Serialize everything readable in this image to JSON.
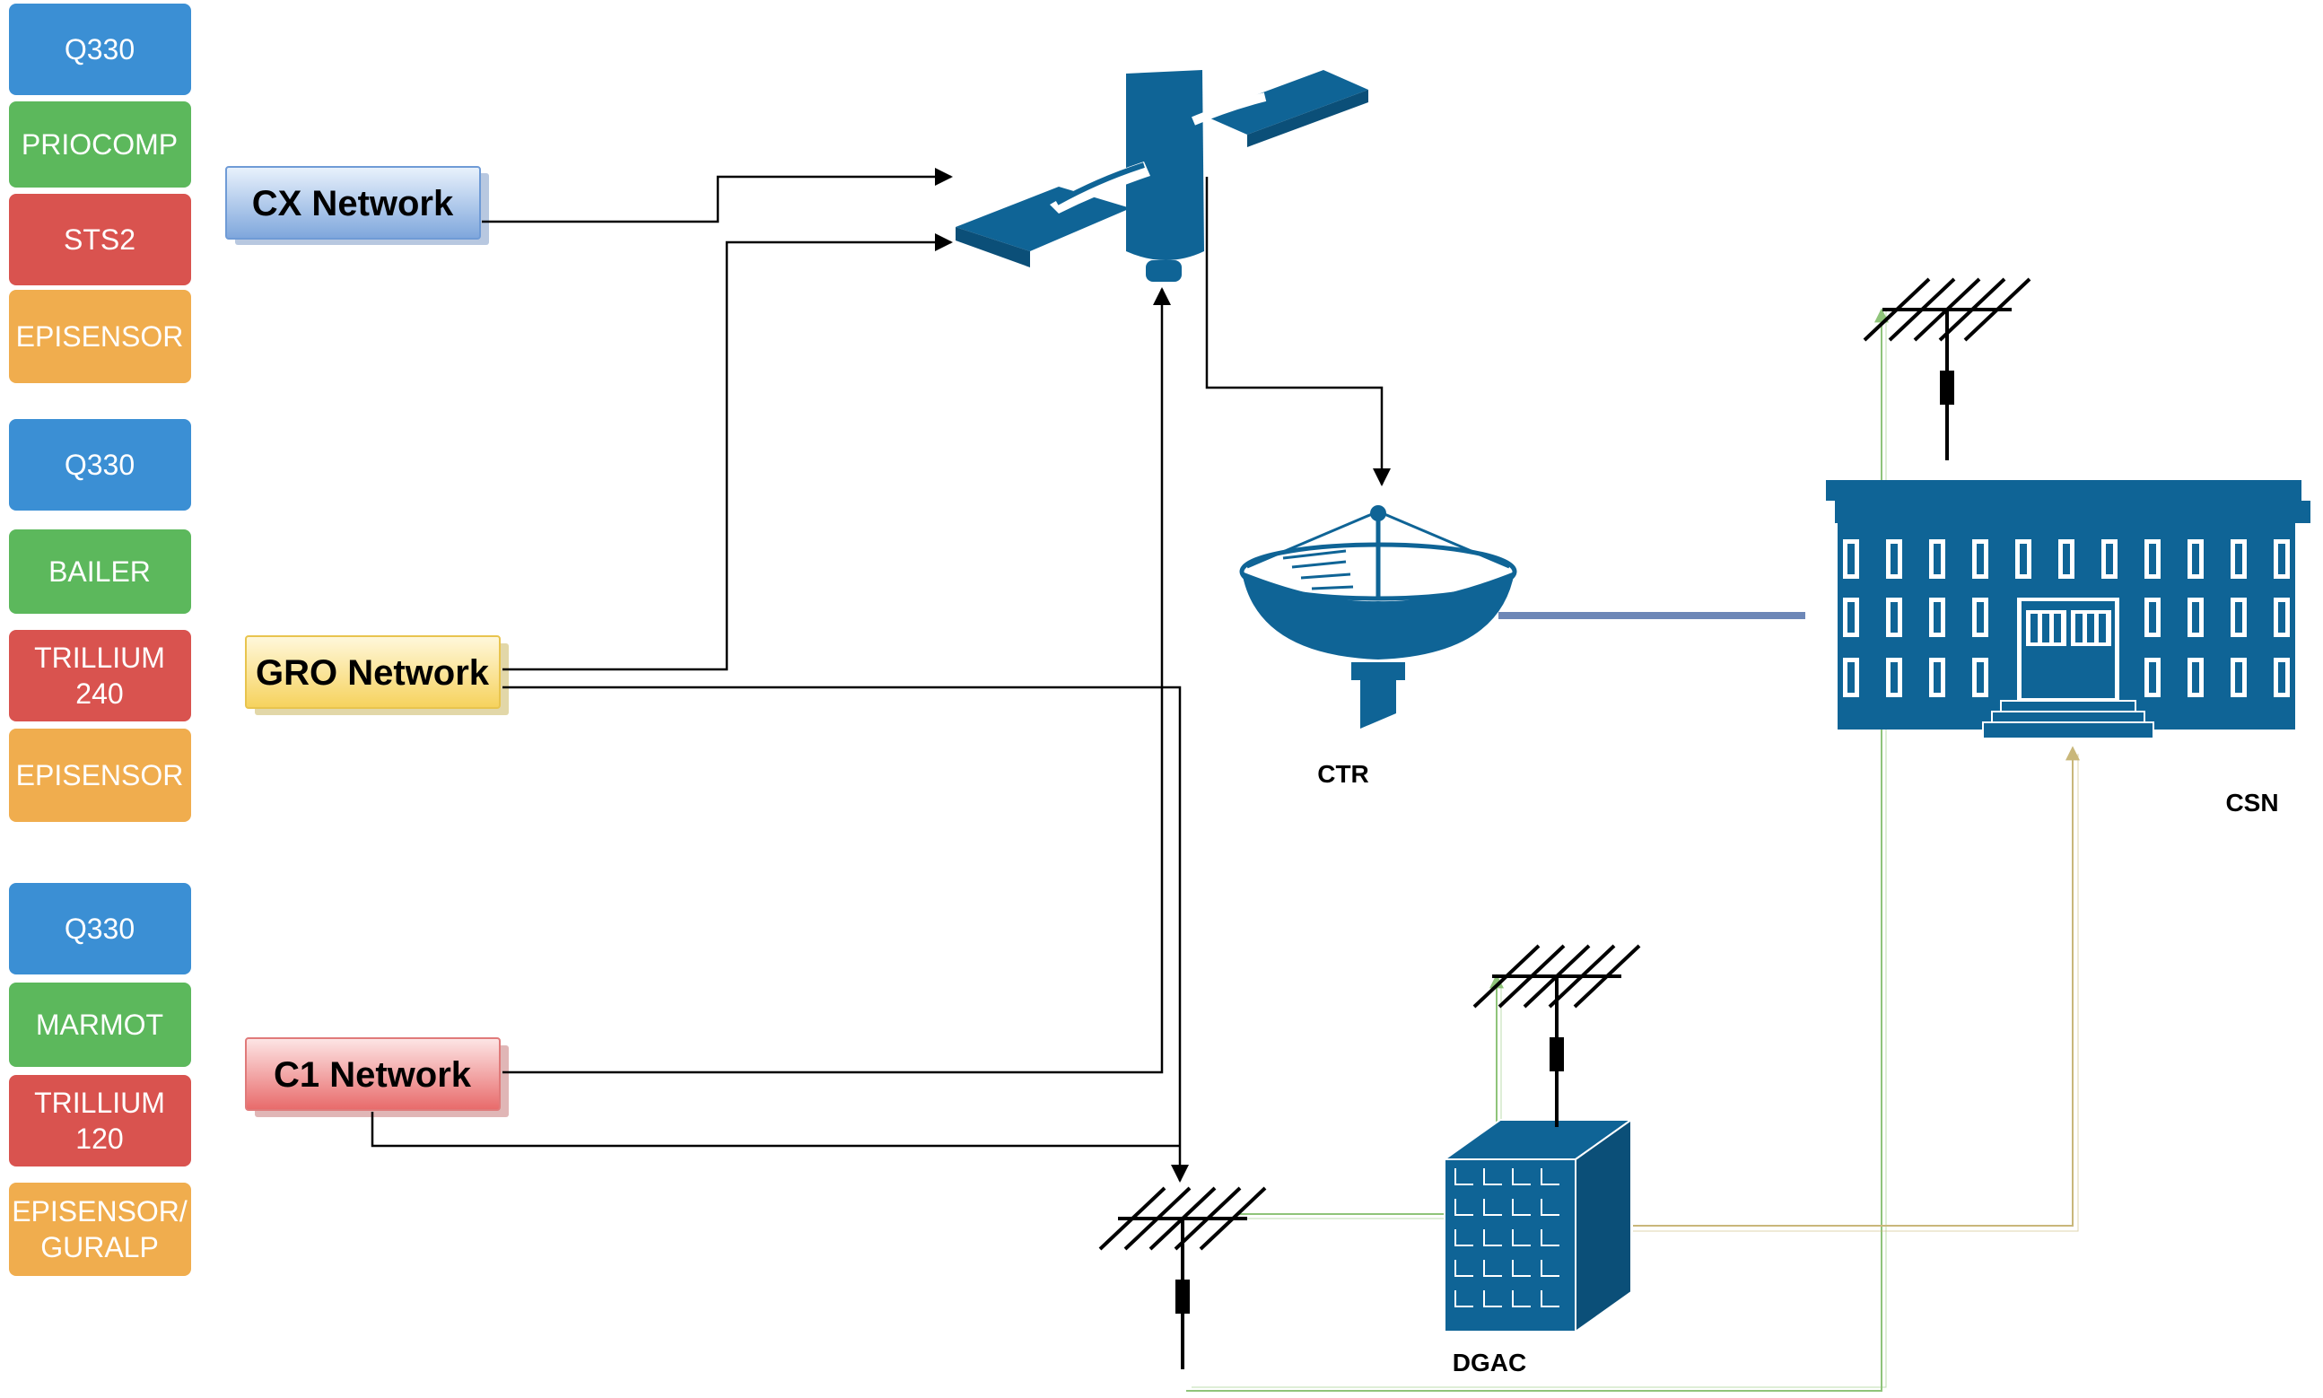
{
  "colors": {
    "blue": "#3b8fd4",
    "green": "#5cb85c",
    "red": "#d9534f",
    "orange": "#f0ad4e",
    "icon_blue": "#0f6496",
    "line_black": "#000000",
    "line_green": "#8fc47a",
    "line_tan": "#c9b77a",
    "line_slate": "#6d87b7"
  },
  "station_groups": [
    {
      "boxes": [
        {
          "lines": [
            "Q330"
          ],
          "color": "blue"
        },
        {
          "lines": [
            "PRIOCOMP"
          ],
          "color": "green"
        },
        {
          "lines": [
            "STS2"
          ],
          "color": "red"
        },
        {
          "lines": [
            "EPISENSOR"
          ],
          "color": "orange"
        }
      ]
    },
    {
      "boxes": [
        {
          "lines": [
            "Q330"
          ],
          "color": "blue"
        },
        {
          "lines": [
            "BAILER"
          ],
          "color": "green"
        },
        {
          "lines": [
            "TRILLIUM",
            "240"
          ],
          "color": "red"
        },
        {
          "lines": [
            "EPISENSOR"
          ],
          "color": "orange"
        }
      ]
    },
    {
      "boxes": [
        {
          "lines": [
            "Q330"
          ],
          "color": "blue"
        },
        {
          "lines": [
            "MARMOT"
          ],
          "color": "green"
        },
        {
          "lines": [
            "TRILLIUM",
            "120"
          ],
          "color": "red"
        },
        {
          "lines": [
            "EPISENSOR/",
            "GURALP"
          ],
          "color": "orange"
        }
      ]
    }
  ],
  "networks": {
    "cx": {
      "label": "CX Network"
    },
    "gro": {
      "label": "GRO Network"
    },
    "c1": {
      "label": "C1 Network"
    }
  },
  "nodes": {
    "satellite": {
      "icon": "satellite-icon"
    },
    "ctr": {
      "label": "CTR",
      "icon": "satellite-dish-icon"
    },
    "csn": {
      "label": "CSN",
      "icon": "building-icon"
    },
    "dgac": {
      "label": "DGAC",
      "icon": "office-building-icon"
    },
    "antennas": [
      "antenna-icon",
      "antenna-icon",
      "antenna-icon"
    ]
  }
}
